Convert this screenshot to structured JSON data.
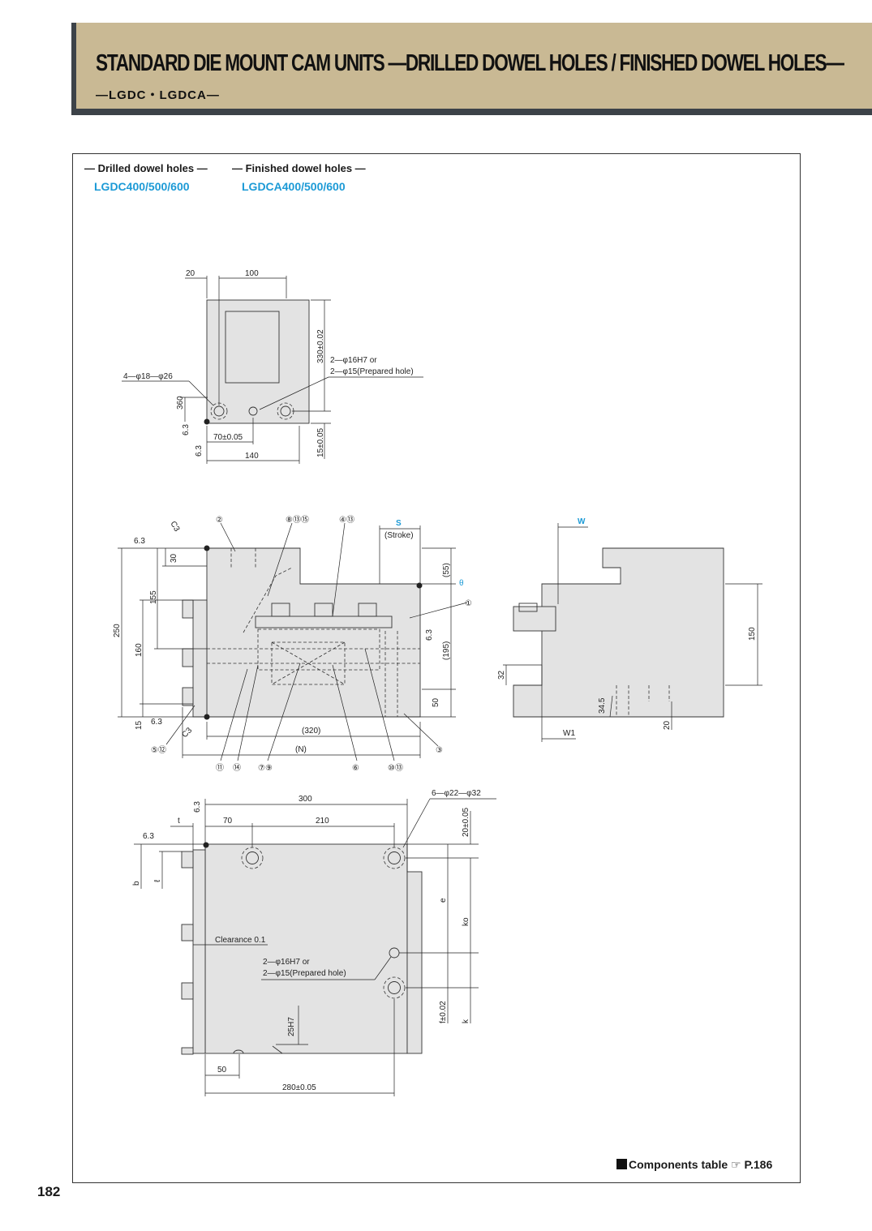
{
  "header": {
    "title": "STANDARD DIE MOUNT CAM UNITS —DRILLED DOWEL HOLES / FINISHED DOWEL HOLES—",
    "subtitle": "—LGDC・LGDCA—"
  },
  "variants": {
    "drilled_label": "— Drilled dowel holes —",
    "drilled_model": "LGDC400/500/600",
    "finished_label": "— Finished dowel holes —",
    "finished_model": "LGDCA400/500/600"
  },
  "top_view": {
    "d20": "20",
    "d100": "100",
    "d330": "330±0.02",
    "d360": "360",
    "d70": "70±0.05",
    "d140": "140",
    "d15": "15±0.05",
    "holes_left": "4—φ18—φ26",
    "dowel_1": "2—φ16H7 or",
    "dowel_2": "2—φ15(Prepared hole)",
    "rough_1": "6.3",
    "rough_2": "6.3"
  },
  "front_view": {
    "stroke_s": "S",
    "stroke_label": "(Stroke)",
    "theta": "θ",
    "d30": "30",
    "d155": "155",
    "d250": "250",
    "d160": "160",
    "d15": "15",
    "d55": "(55)",
    "d195": "(195)",
    "d50": "50",
    "d320": "(320)",
    "dN": "(N)",
    "c3a": "C3",
    "c3b": "C3",
    "r1": "6.3",
    "r2": "6.3",
    "r3": "6.3",
    "parts": [
      "②",
      "⑧⑬⑮",
      "④⑬",
      "①",
      "③",
      "⑤⑫",
      "⑪",
      "⑭",
      "⑦⑨",
      "⑥",
      "⑩⑬"
    ]
  },
  "side_view": {
    "w": "W",
    "w1": "W1",
    "d150": "150",
    "d32": "32",
    "d34": "34.5",
    "d20": "20"
  },
  "bottom_view": {
    "d300": "300",
    "d70": "70",
    "d210": "210",
    "t": "t",
    "b": "b",
    "l": "ℓ",
    "d20": "20±0.05",
    "holes": "6—φ22—φ32",
    "e": "e",
    "ko": "ko",
    "f": "f±0.02",
    "k": "k",
    "clearance": "Clearance 0.1",
    "dowel_1": "2—φ16H7 or",
    "dowel_2": "2—φ15(Prepared hole)",
    "d25h7": "25H7",
    "d50": "50",
    "d280": "280±0.05",
    "r1": "6.3",
    "r2": "6.3"
  },
  "footer": {
    "components": "Components table",
    "page_ref": "P.186",
    "page_number": "182"
  }
}
